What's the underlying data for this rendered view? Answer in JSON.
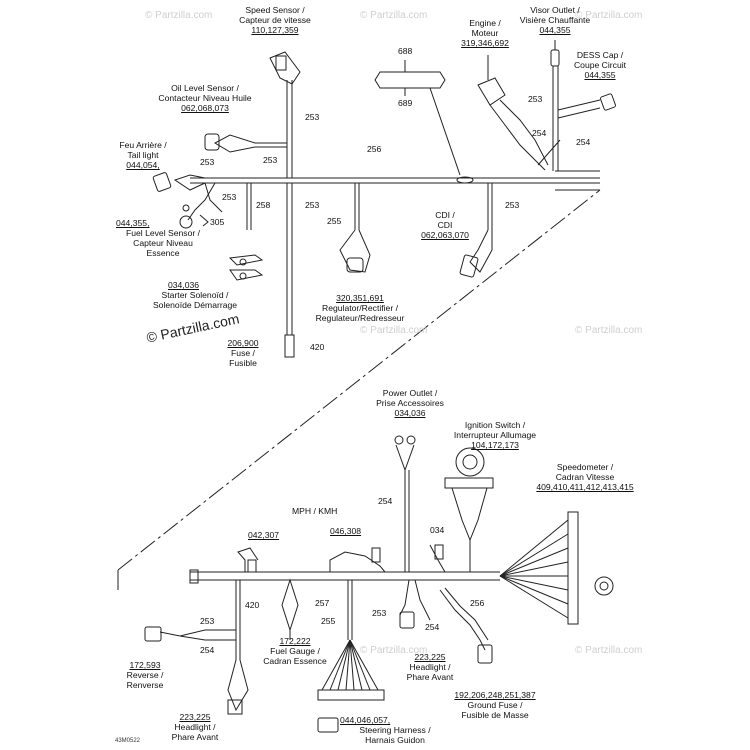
{
  "watermarks": {
    "repeat": "© Partzilla.com",
    "main": "© Partzilla.com"
  },
  "figure_code": "43M0522",
  "components": {
    "speed_sensor": {
      "line1": "Speed Sensor /",
      "line2": "Capteur de vitesse",
      "num": "110,127,359"
    },
    "engine": {
      "line1": "Engine /",
      "line2": "Moteur",
      "num": "319,346,692"
    },
    "visor_outlet": {
      "line1": "Visor Outlet /",
      "line2": "Visière Chauffante",
      "num": "044,355"
    },
    "dess_cap": {
      "line1": "DESS Cap /",
      "line2": "Coupe Circuit",
      "num": "044,355"
    },
    "oil_level": {
      "line1": "Oil Level Sensor /",
      "line2": "Contacteur Niveau Huile",
      "num": "062,068,073"
    },
    "tail_light": {
      "line1": "Feu Arrière /",
      "line2": "Tail light",
      "num": "044,054,"
    },
    "fuel_level": {
      "num": "044,355,",
      "line1": "Fuel Level Sensor /",
      "line2": "Capteur Niveau",
      "line3": "Essence"
    },
    "starter": {
      "num": "034,036",
      "line1": "Starter Solenoïd /",
      "line2": "Solenoïde Démarrage"
    },
    "regulator": {
      "num": "320,351,691",
      "line1": "Regulator/Rectifier /",
      "line2": "Regulateur/Redresseur"
    },
    "cdi": {
      "line1": "CDI /",
      "line2": "CDI",
      "num": "062,063,070"
    },
    "fuse": {
      "num": "206,900",
      "line1": "Fuse /",
      "line2": "Fusible"
    },
    "power_outlet": {
      "line1": "Power Outlet /",
      "line2": "Prise Accessoires",
      "num": "034,036"
    },
    "ignition": {
      "line1": "Ignition Switch /",
      "line2": "Interrupteur Allumage",
      "num": "104,172,173"
    },
    "speedometer": {
      "line1": "Speedometer /",
      "line2": "Cadran Vitesse",
      "num": "409,410,411,412,413,415"
    },
    "mph_kmh": {
      "label": "MPH / KMH",
      "num_left": "042,307",
      "num_right": "046,308"
    },
    "fuel_gauge": {
      "num": "172,222",
      "line1": "Fuel Gauge /",
      "line2": "Cadran Essence"
    },
    "reverse": {
      "num": "172,593",
      "line1": "Reverse /",
      "line2": "Renverse"
    },
    "headlight_right": {
      "num": "223,225",
      "line1": "Headlight /",
      "line2": "Phare Avant"
    },
    "headlight_left": {
      "num": "223,225",
      "line1": "Headlight /",
      "line2": "Phare Avant"
    },
    "steering": {
      "num": "044,046,057,",
      "line1": "Steering Harness /",
      "line2": "Harnais Guidon"
    },
    "ground_fuse": {
      "num": "192,206,248,251,387",
      "line1": "Ground Fuse /",
      "line2": "Fusible de Masse"
    }
  },
  "part_refs": {
    "r688": "688",
    "r689": "689",
    "r034": "034",
    "top_253_a": "253",
    "top_253_b": "253",
    "top_253_c": "253",
    "top_253_d": "253",
    "top_253_e": "253",
    "top_253_f": "253",
    "top_253_g": "253",
    "top_254_a": "254",
    "top_254_b": "254",
    "top_255": "255",
    "top_256": "256",
    "top_258": "258",
    "top_305": "305",
    "top_420": "420",
    "bot_254_a": "254",
    "bot_254_b": "254",
    "bot_254_c": "254",
    "bot_253_a": "253",
    "bot_253_b": "253",
    "bot_255": "255",
    "bot_256": "256",
    "bot_257": "257",
    "bot_420": "420"
  }
}
